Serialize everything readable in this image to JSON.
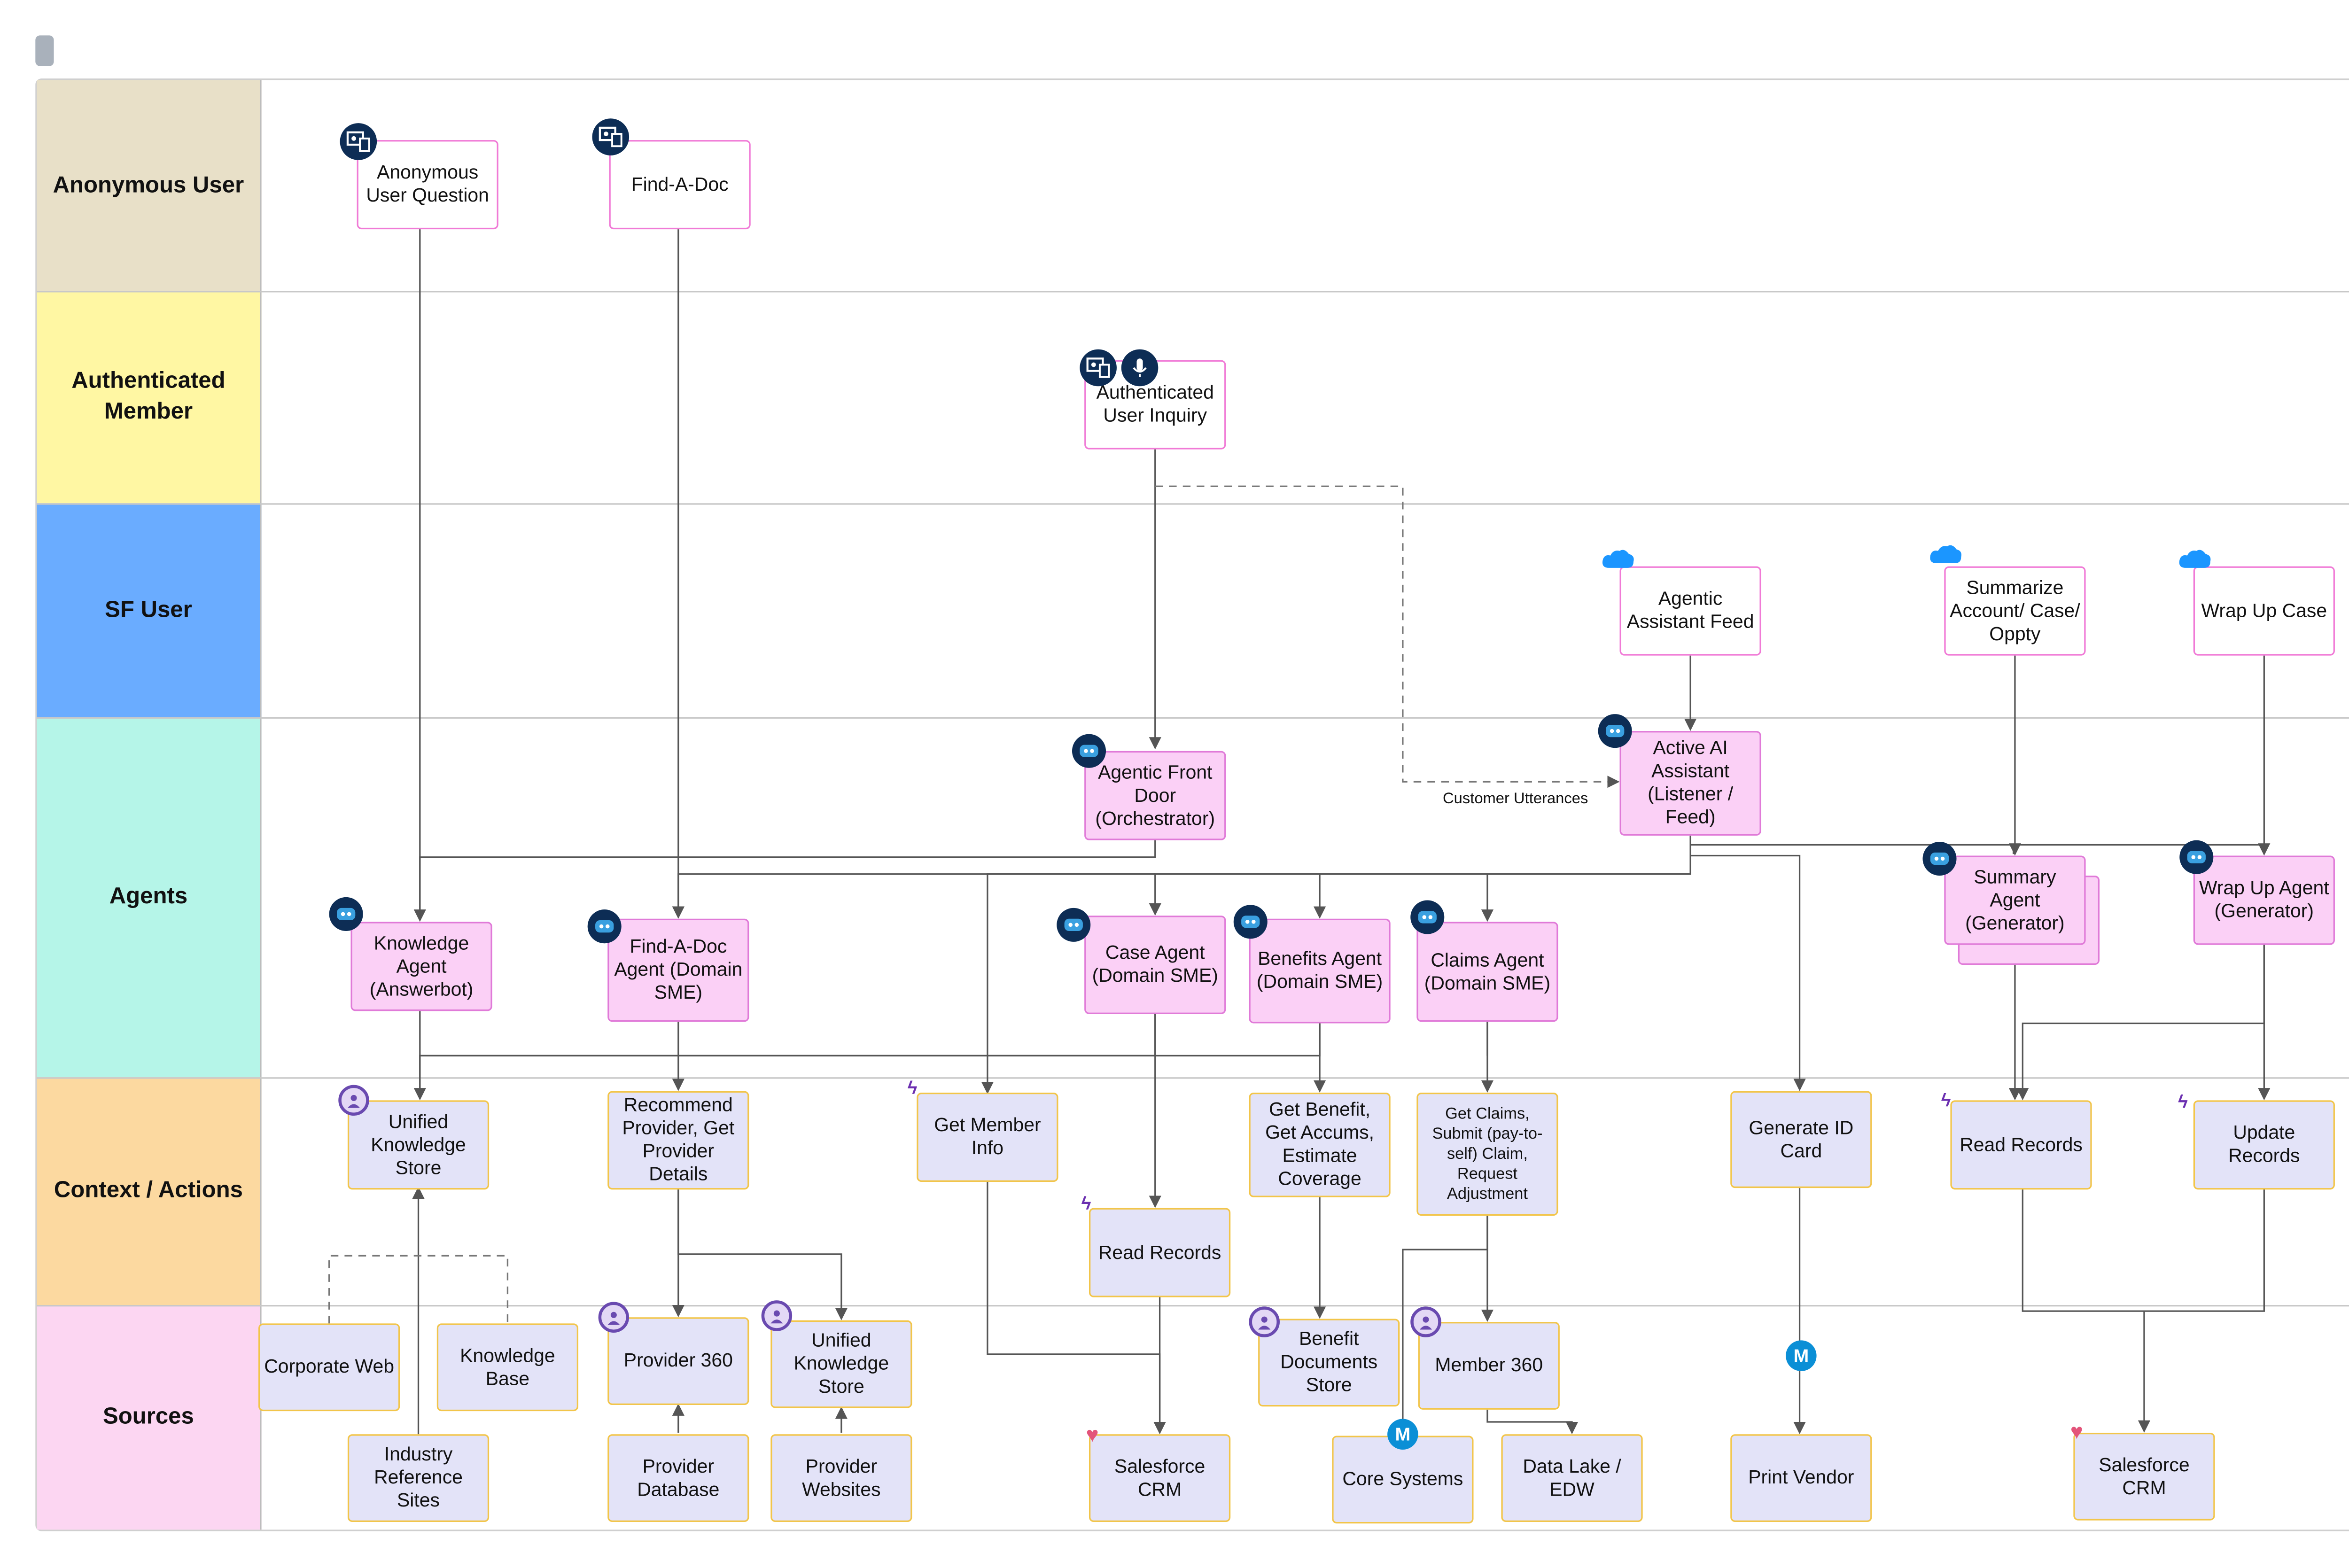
{
  "lanes": [
    {
      "label": "Anonymous User",
      "color": "#e8e0c8"
    },
    {
      "label": "Authenticated Member",
      "color": "#fff7a3"
    },
    {
      "label": "SF User",
      "color": "#6aacff"
    },
    {
      "label": "Agents",
      "color": "#b5f5e8"
    },
    {
      "label": "Context / Actions",
      "color": "#fcd9a0"
    },
    {
      "label": "Sources",
      "color": "#fcd6f2"
    }
  ],
  "nodes": {
    "anon_question": "Anonymous User Question",
    "find_a_doc": "Find-A-Doc",
    "auth_inquiry": "Authenticated User Inquiry",
    "agentic_feed": "Agentic Assistant Feed",
    "summarize": "Summarize Account/ Case/ Oppty",
    "wrap_up_case": "Wrap Up Case",
    "front_door": "Agentic Front Door (Orchestrator)",
    "active_ai": "Active AI Assistant (Listener / Feed)",
    "knowledge_agent": "Knowledge Agent (Answerbot)",
    "fad_agent": "Find-A-Doc Agent (Domain SME)",
    "case_agent": "Case Agent (Domain SME)",
    "benefits_agent": "Benefits Agent (Domain SME)",
    "claims_agent": "Claims Agent (Domain SME)",
    "summary_agent": "Summary Agent (Generator)",
    "wrapup_agent": "Wrap Up Agent (Generator)",
    "unified_ks": "Unified Knowledge Store",
    "recommend_provider": "Recommend Provider, Get Provider Details",
    "get_member_info": "Get Member Info",
    "read_records_mid": "Read Records",
    "get_benefit": "Get Benefit, Get Accums, Estimate Coverage",
    "get_claims": "Get Claims, Submit (pay-to-self) Claim, Request Adjustment",
    "generate_id": "Generate ID Card",
    "read_records_right": "Read Records",
    "update_records": "Update Records",
    "corporate_web": "Corporate Web",
    "knowledge_base": "Knowledge Base",
    "industry_ref": "Industry Reference Sites",
    "provider_360": "Provider 360",
    "unified_ks_src": "Unified Knowledge Store",
    "provider_db": "Provider Database",
    "provider_web": "Provider Websites",
    "sf_crm_mid": "Salesforce CRM",
    "benefit_docs": "Benefit Documents Store",
    "member_360": "Member 360",
    "core_systems": "Core Systems",
    "data_lake": "Data Lake / EDW",
    "print_vendor": "Print Vendor",
    "sf_crm_right": "Salesforce CRM"
  },
  "annotations": {
    "customer_utterances": "Customer Utterances"
  },
  "colors": {
    "trigger_border": "#f07ad6",
    "agent_fill": "#fbd0f6",
    "action_fill": "#e3e3f8",
    "action_border": "#f2c54a",
    "icon_navy": "#0d2d55",
    "connector": "#555555"
  }
}
